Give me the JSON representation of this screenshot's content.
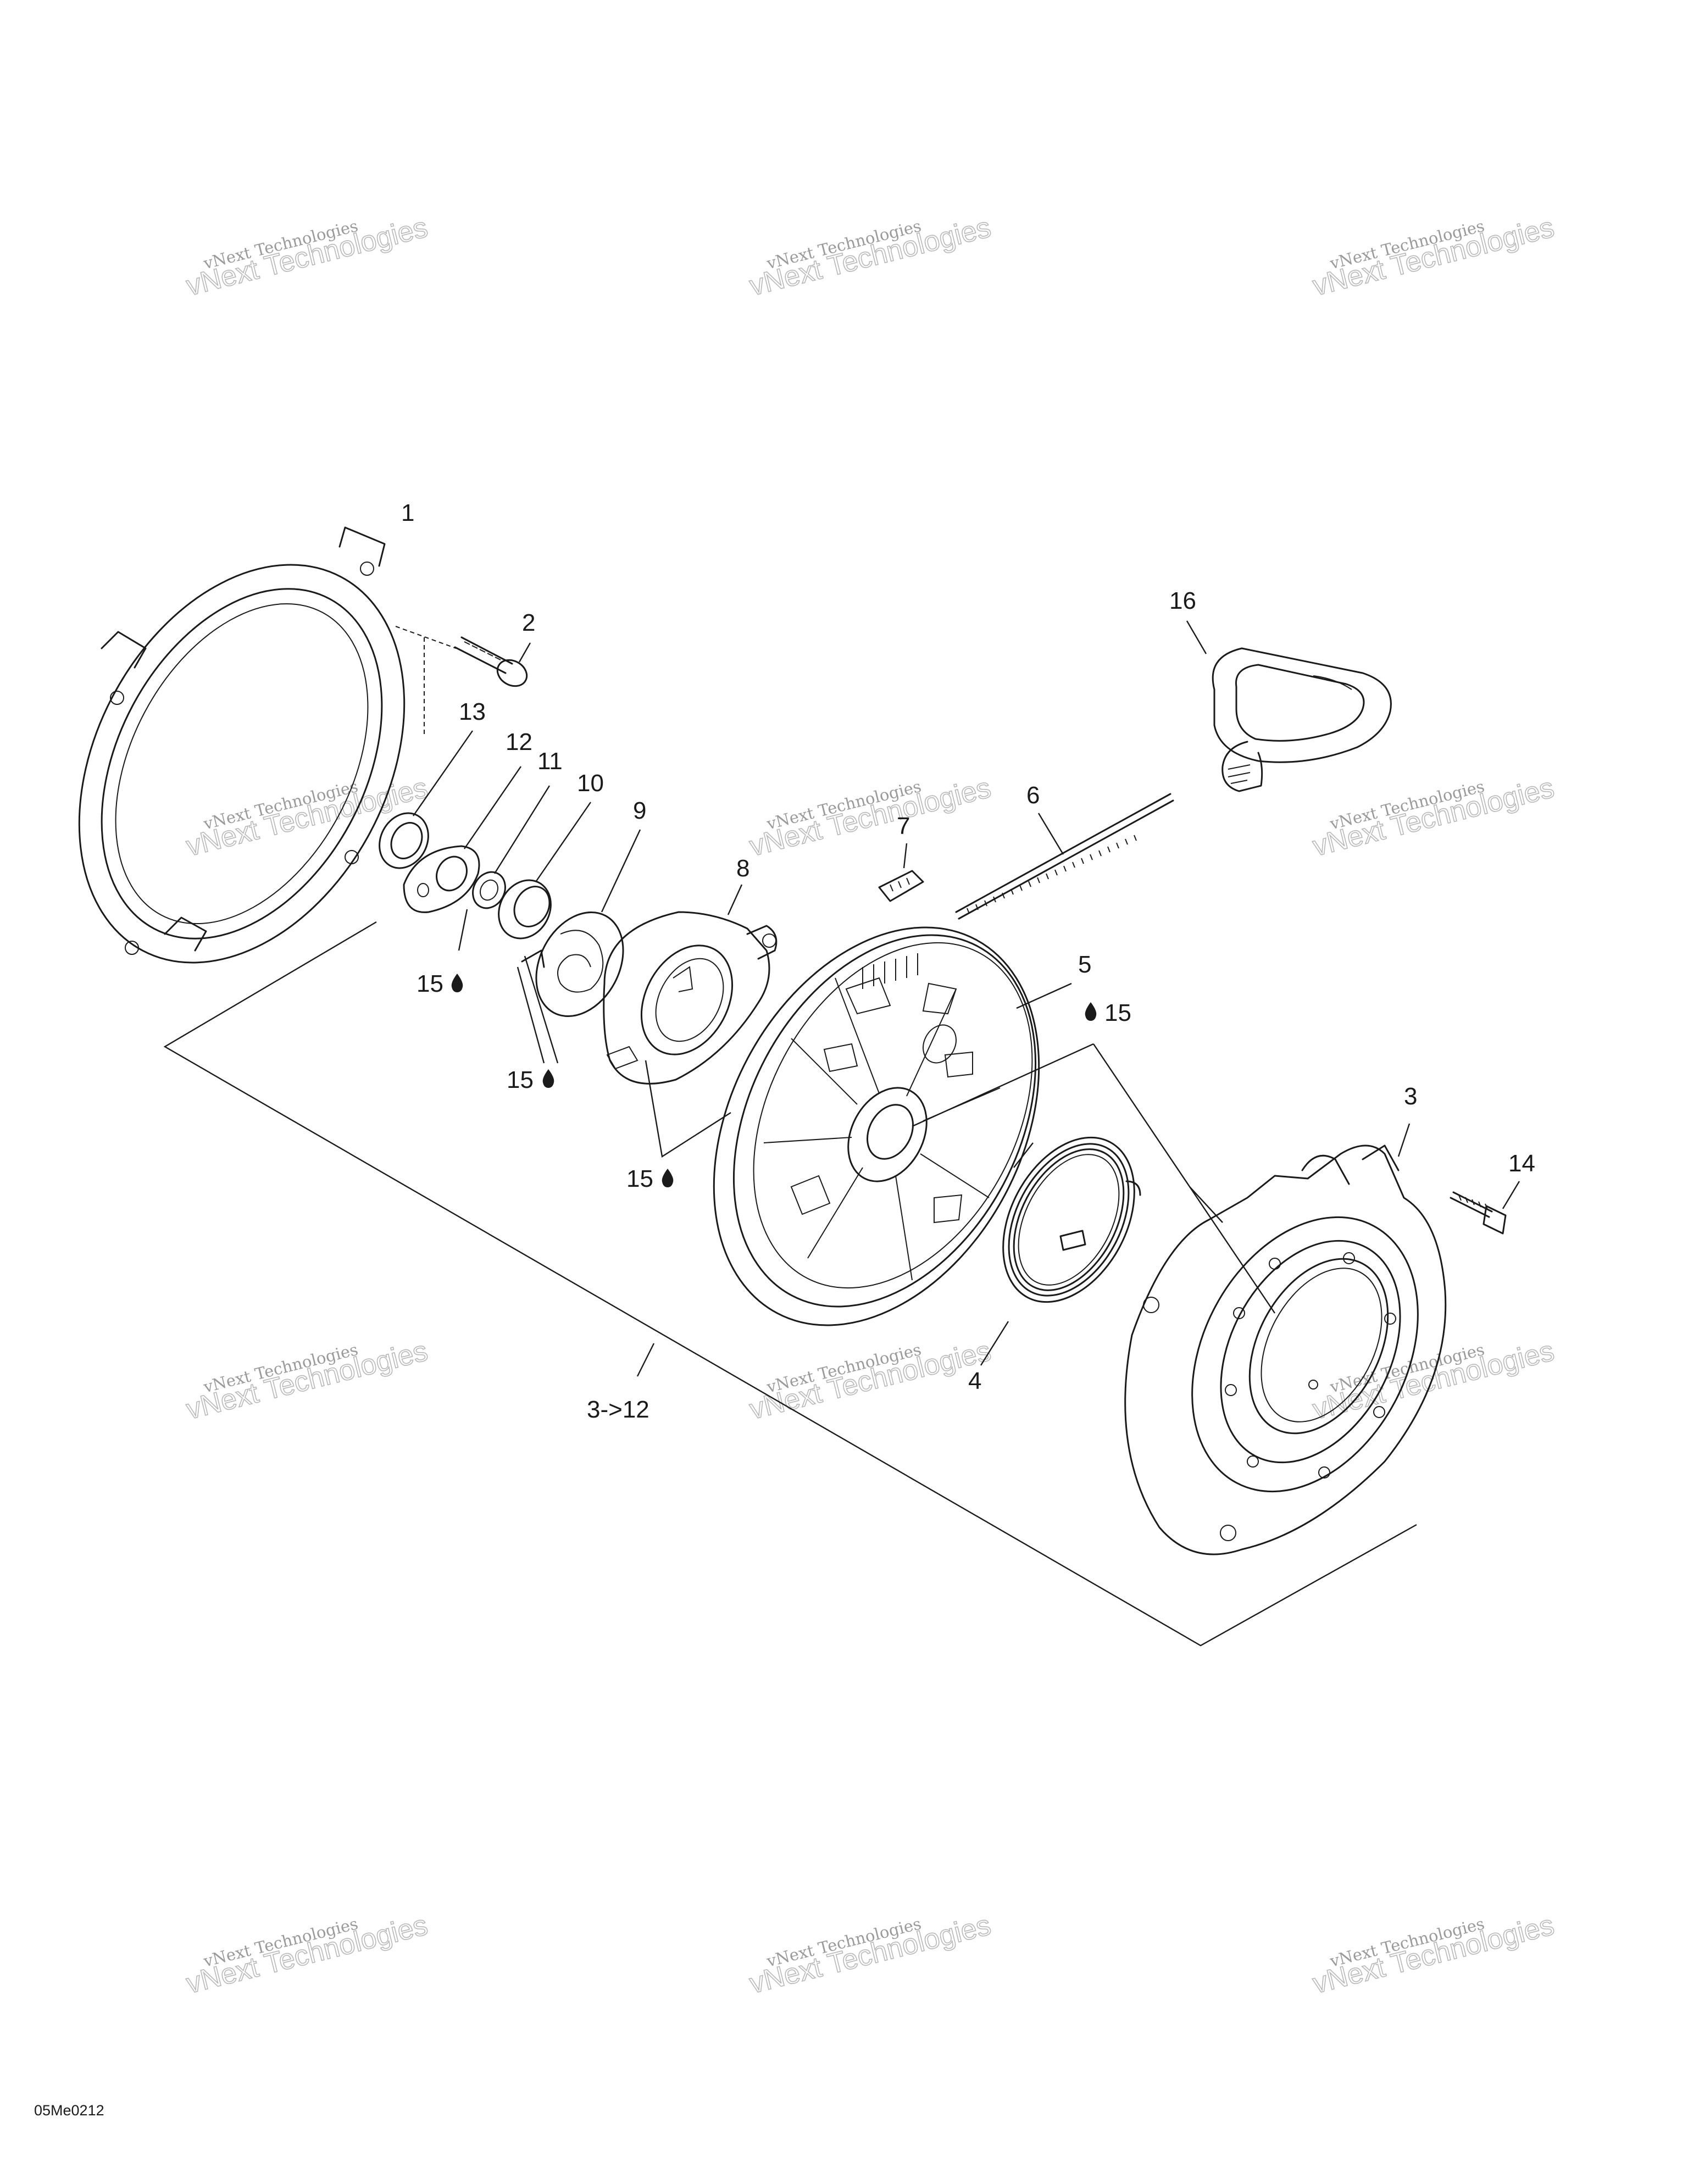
{
  "diagram": {
    "callouts": [
      {
        "id": "c1",
        "text": "1"
      },
      {
        "id": "c2",
        "text": "2"
      },
      {
        "id": "c3",
        "text": "3"
      },
      {
        "id": "c4",
        "text": "4"
      },
      {
        "id": "c5",
        "text": "5"
      },
      {
        "id": "c6",
        "text": "6"
      },
      {
        "id": "c7",
        "text": "7"
      },
      {
        "id": "c8",
        "text": "8"
      },
      {
        "id": "c9",
        "text": "9"
      },
      {
        "id": "c10",
        "text": "10"
      },
      {
        "id": "c11",
        "text": "11"
      },
      {
        "id": "c12",
        "text": "12"
      },
      {
        "id": "c13",
        "text": "13"
      },
      {
        "id": "c14",
        "text": "14"
      },
      {
        "id": "c16",
        "text": "16"
      },
      {
        "id": "c15a",
        "text": "15"
      },
      {
        "id": "c15b",
        "text": "15"
      },
      {
        "id": "c15c",
        "text": "15"
      },
      {
        "id": "c15d",
        "text": "15"
      }
    ],
    "group_label": "3->12",
    "figure_code": "05Me0212",
    "watermark": {
      "line1": "vNext Technologies",
      "line2": "vNext Technologies"
    }
  }
}
